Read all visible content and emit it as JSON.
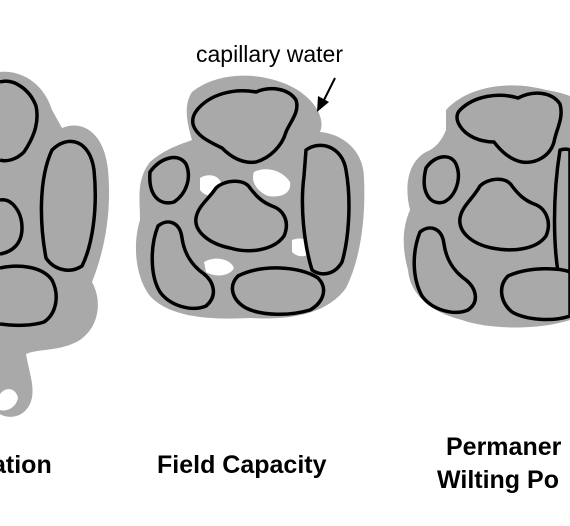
{
  "annotation": {
    "label": "capillary water"
  },
  "panels": [
    {
      "caption_lines": [
        "ation"
      ]
    },
    {
      "caption_lines": [
        "Field Capacity"
      ]
    },
    {
      "caption_lines": [
        "Permaner",
        "Wilting Po"
      ]
    }
  ],
  "colors": {
    "water": "#a9a9a9",
    "grain_outline": "#000000",
    "background": "#ffffff"
  }
}
